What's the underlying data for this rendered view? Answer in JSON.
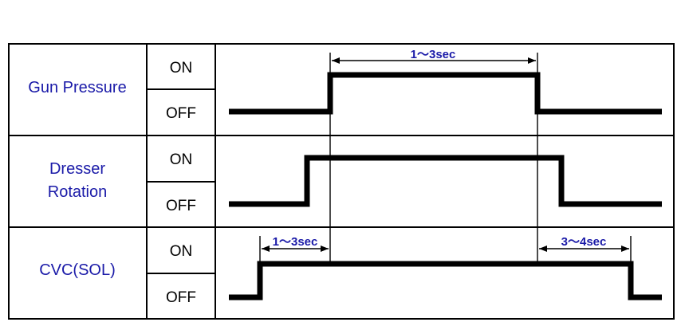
{
  "signals": [
    {
      "id": "gun",
      "name_lines": [
        "Gun Pressure"
      ],
      "on_label": "ON",
      "off_label": "OFF"
    },
    {
      "id": "dresser",
      "name_lines": [
        "Dresser",
        "Rotation"
      ],
      "on_label": "ON",
      "off_label": "OFF"
    },
    {
      "id": "cvc",
      "name_lines": [
        "CVC(SOL)"
      ],
      "on_label": "ON",
      "off_label": "OFF"
    }
  ],
  "durations": {
    "gun_on": "1～3sec",
    "cvc_lead": "1～3sec",
    "cvc_tail": "3～4sec"
  },
  "colors": {
    "label_blue": "#1a1aa8",
    "line": "#000000"
  }
}
